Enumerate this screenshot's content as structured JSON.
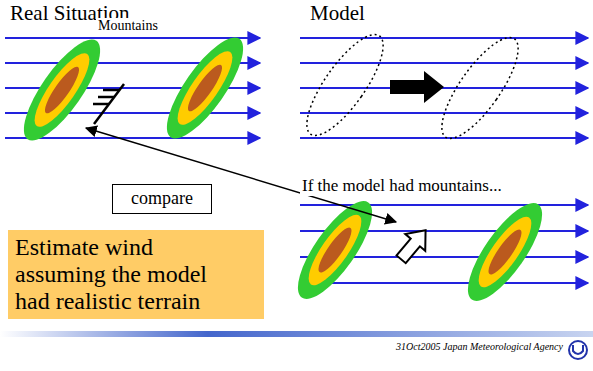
{
  "diagram": {
    "nodes": [
      {
        "text": [
          "compare"
        ]
      },
      {
        "text": [
          "Estimate wind assuming the model had realistic terrain"
        ]
      }
    ],
    "labels": [
      "Real Situation",
      "Model",
      "Mountains",
      "If the model had mountains...",
      "31Oct2005 Japan Meteorological Agency"
    ]
  }
}
